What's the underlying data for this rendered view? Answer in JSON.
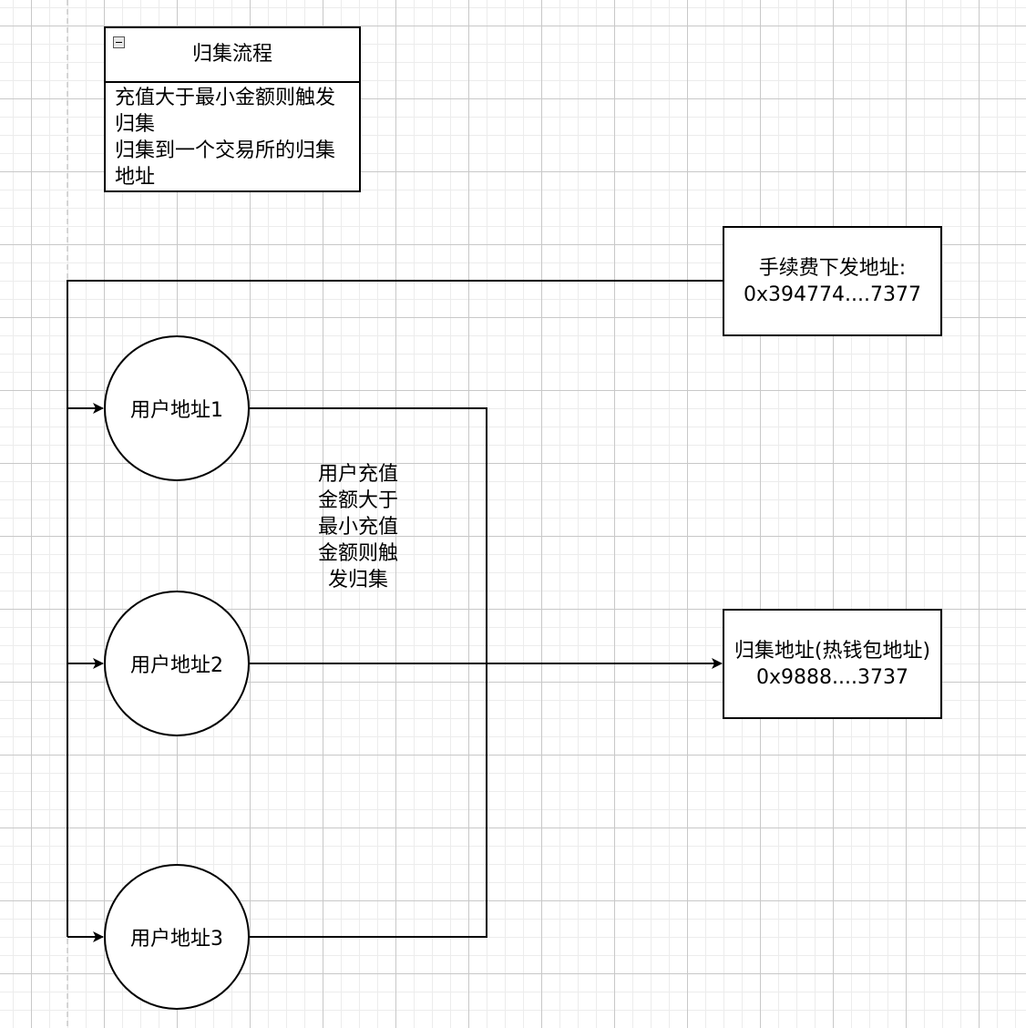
{
  "list_box": {
    "title": "归集流程",
    "items": [
      "充值大于最小金额则触发归集",
      "归集到一个交易所的归集地址"
    ]
  },
  "fee_node": {
    "line1": "手续费下发地址:",
    "line2": "0x394774....7377"
  },
  "collect_node": {
    "line1": "归集地址(热钱包地址)",
    "line2": "0x9888....3737"
  },
  "users": [
    "用户地址1",
    "用户地址2",
    "用户地址3"
  ],
  "edge_label": "用户充值\n金额大于\n最小充值\n金额则触\n发归集"
}
